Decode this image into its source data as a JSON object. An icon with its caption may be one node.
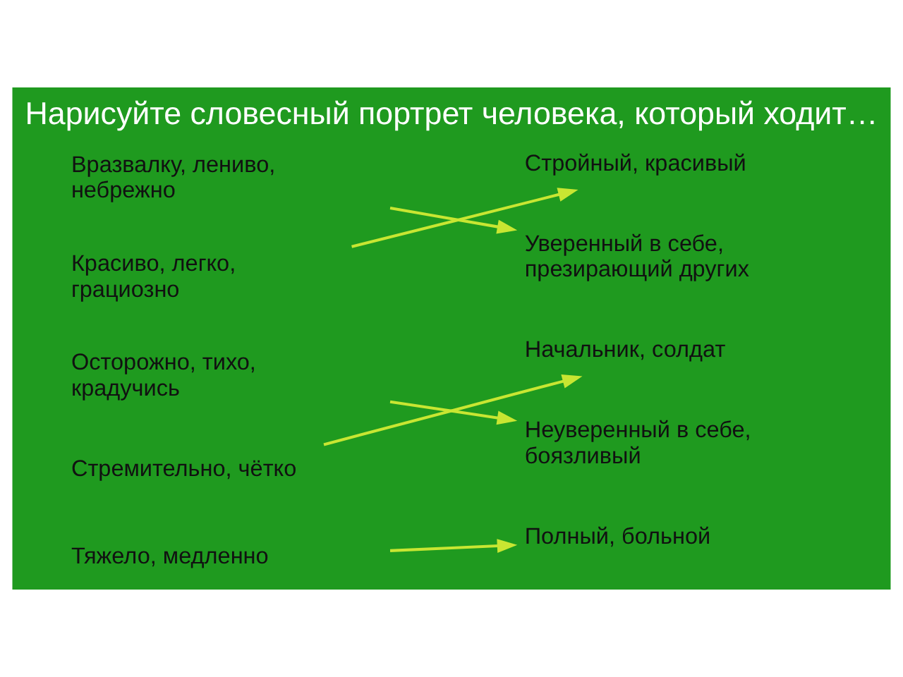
{
  "diagram": {
    "title": "Нарисуйте словесный портрет человека, который ходит…",
    "nodes": [
      {
        "text": [
          "Вразвалку, лениво, небрежно"
        ]
      },
      {
        "text": [
          "Красиво, легко, грациозно"
        ]
      },
      {
        "text": [
          "Осторожно, тихо, крадучись"
        ]
      },
      {
        "text": [
          "Стремительно, чётко"
        ]
      },
      {
        "text": [
          "Тяжело, медленно"
        ]
      },
      {
        "text": [
          "Стройный, красивый"
        ]
      },
      {
        "text": [
          "Уверенный в себе, презирающий других"
        ]
      },
      {
        "text": [
          "Начальник, солдат"
        ]
      },
      {
        "text": [
          "Неуверенный в себе, боязливый"
        ]
      },
      {
        "text": [
          "Полный, больной"
        ]
      }
    ],
    "edges": [
      {
        "from": 0,
        "to": 6,
        "arrow": "to"
      },
      {
        "from": 1,
        "to": 5,
        "arrow": "to"
      },
      {
        "from": 2,
        "to": 8,
        "arrow": "to"
      },
      {
        "from": 3,
        "to": 7,
        "arrow": "to"
      },
      {
        "from": 4,
        "to": 9,
        "arrow": "to"
      }
    ]
  }
}
